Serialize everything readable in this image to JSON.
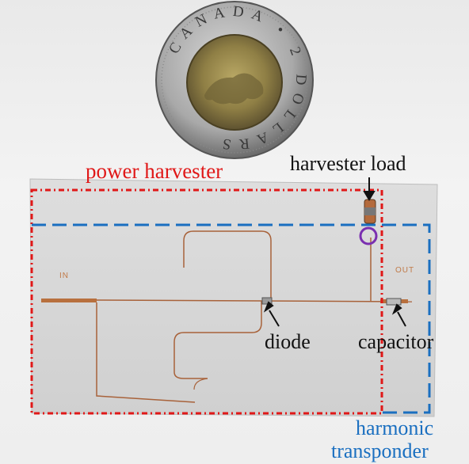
{
  "labels": {
    "power_harvester": "power harvester",
    "harvester_load": "harvester load",
    "diode": "diode",
    "capacitor": "capacitor",
    "harmonic_line1": "harmonic",
    "harmonic_line2": "transponder"
  },
  "board_text": {
    "in": "IN",
    "out": "OUT"
  },
  "coin": {
    "text": "CANADA · 2 DOLLARS",
    "description": "Canadian two-dollar coin (toonie) with polar bear"
  },
  "colors": {
    "power_harvester": "#e01818",
    "harmonic_transponder": "#1a6fc0",
    "circle_marker": "#7a2fb0",
    "trace": "#a8623a"
  }
}
